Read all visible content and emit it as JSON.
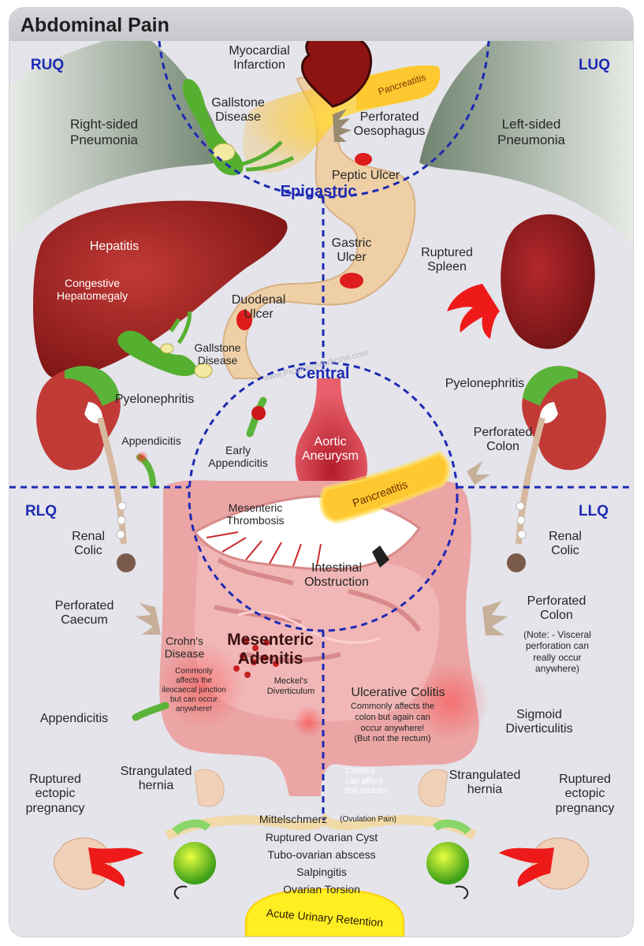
{
  "title": "Abdominal Pain",
  "quadrants": {
    "ruq": "RUQ",
    "luq": "LUQ",
    "rlq": "RLQ",
    "llq": "LLQ"
  },
  "regions": {
    "epigastric": "Epigastric",
    "central": "Central"
  },
  "watermark": "www.PicturingMedicine.com",
  "labels": {
    "myocardial_infarction": "Myocardial\nInfarction",
    "gallstone_disease_top": "Gallstone\nDisease",
    "pancreatitis_top": "Pancreatitis",
    "perforated_oesophagus": "Perforated\nOesophagus",
    "right_pneumonia": "Right-sided\nPneumonia",
    "left_pneumonia": "Left-sided\nPneumonia",
    "peptic_ulcer": "Peptic Ulcer",
    "hepatitis": "Hepatitis",
    "congestive_hepatomegaly": "Congestive\nHepatomegaly",
    "gastric_ulcer": "Gastric\nUlcer",
    "ruptured_spleen": "Ruptured\nSpleen",
    "duodenal_ulcer": "Duodenal\nUlcer",
    "gallstone_disease_mid": "Gallstone\nDisease",
    "pyelonephritis_right": "Pyelonephritis",
    "pyelonephritis_left": "Pyelonephritis",
    "appendicitis_upper": "Appendicitis",
    "early_appendicitis": "Early\nAppendicitis",
    "aortic_aneurysm": "Aortic\nAneurysm",
    "pancreatitis_central": "Pancreatitis",
    "perforated_colon_upper": "Perforated\nColon",
    "mesenteric_thrombosis": "Mesenteric\nThrombosis",
    "renal_colic_right": "Renal\nColic",
    "renal_colic_left": "Renal\nColic",
    "intestinal_obstruction": "Intestinal\nObstruction",
    "perforated_caecum": "Perforated\nCaecum",
    "perforated_colon_lower": "Perforated\nColon",
    "visceral_note": "(Note: - Visceral\nperforation can\nreally occur\nanywhere)",
    "crohns_disease": "Crohn's\nDisease",
    "crohns_note": "Commonly\naffects the\nileocaecal junction\nbut can occur\nanywhere!",
    "mesenteric_adenitis": "Mesenteric\nAdenitis",
    "meckels": "Meckel's\nDiverticulum",
    "ulcerative_colitis": "Ulcerative Colitis",
    "uc_note": "Commonly affects the\ncolon but again can\noccur anywhere!\n(But not the rectum)",
    "appendicitis_lower": "Appendicitis",
    "sigmoid_diverticulitis": "Sigmoid\nDiverticulitis",
    "strangulated_hernia_right": "Strangulated\nhernia",
    "strangulated_hernia_left": "Strangulated\nhernia",
    "crohns_rectum": "Crohn's\ncan affect\nthe rectum!",
    "ectopic_right": "Ruptured\nectopic\npregnancy",
    "ectopic_left": "Ruptured\nectopic\npregnancy",
    "mittelschmerz": "Mittelschmerz",
    "ovulation_pain": "(Ovulation Pain)",
    "ruptured_ovarian_cyst": "Ruptured Ovarian Cyst",
    "tubo_ovarian": "Tubo-ovarian abscess",
    "salpingitis": "Salpingitis",
    "ovarian_torsion": "Ovarian Torsion",
    "acute_urinary_retention": "Acute Urinary Retention"
  },
  "colors": {
    "region_divider": "#1d2ab3",
    "liver": "#9c1c1c",
    "lungs": "#8a9a8a",
    "gut": "#e9a2a2",
    "stomach": "#efcfa6",
    "inflammation_yellow": "#ffd23a",
    "ulcer_red": "#dd1c1c",
    "gallbladder_green": "#56b030"
  }
}
